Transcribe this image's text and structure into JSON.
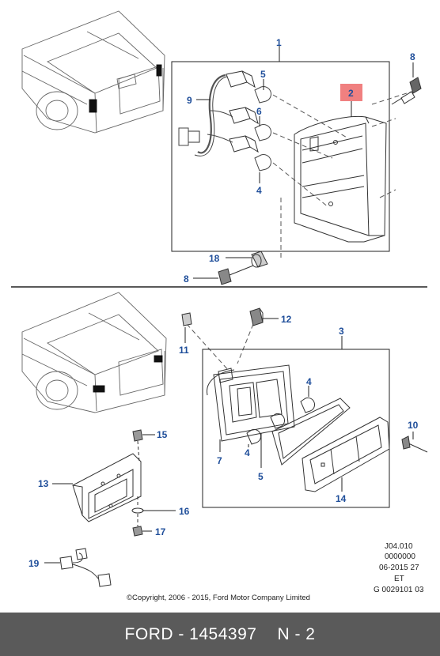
{
  "callouts": {
    "c1": "1",
    "c2": "2",
    "c3": "3",
    "c4a": "4",
    "c4b": "4",
    "c4c": "4",
    "c5a": "5",
    "c5b": "5",
    "c6": "6",
    "c7": "7",
    "c8a": "8",
    "c8b": "8",
    "c9": "9",
    "c10": "10",
    "c11": "11",
    "c12": "12",
    "c13": "13",
    "c14": "14",
    "c15": "15",
    "c16": "16",
    "c17": "17",
    "c18": "18",
    "c19": "19"
  },
  "reference": {
    "line1": "J04.010",
    "line2": "0000000",
    "line3": "06-2015 27",
    "line4": "ET",
    "line5": "G 0029101 03"
  },
  "copyright": "©Copyright, 2006 - 2015, Ford Motor Company Limited",
  "footer": {
    "brand": "FORD - 1454397",
    "page": "N - 2"
  },
  "colors": {
    "callout": "#1f4e9a",
    "highlight": "#f08080",
    "footer_bg": "#5a5a5a"
  }
}
